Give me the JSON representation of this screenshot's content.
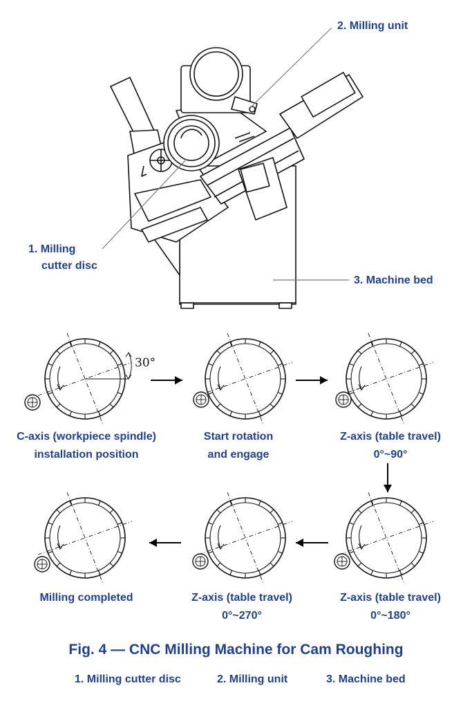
{
  "machine": {
    "callout_1_line1": "1. Milling",
    "callout_1_line2": "cutter disc",
    "callout_2": "2. Milling unit",
    "callout_3": "3. Machine bed"
  },
  "steps": [
    {
      "line1": "C-axis (workpiece spindle)",
      "line2": "installation position",
      "angle_label": "30°"
    },
    {
      "line1": "Start rotation",
      "line2": "and engage"
    },
    {
      "line1": "Z-axis (table travel)",
      "line2": "0°~90°"
    },
    {
      "line1": "Z-axis (table travel)",
      "line2": "0°~180°"
    },
    {
      "line1": "Z-axis (table travel)",
      "line2": "0°~270°"
    },
    {
      "line1": "Milling completed",
      "line2": ""
    }
  ],
  "figure_title": "Fig. 4 — CNC Milling Machine for Cam Roughing",
  "legend": [
    "1. Milling cutter disc",
    "2. Milling unit",
    "3. Machine bed"
  ],
  "colors": {
    "text": "#1f3f8f",
    "line": "#111111"
  }
}
